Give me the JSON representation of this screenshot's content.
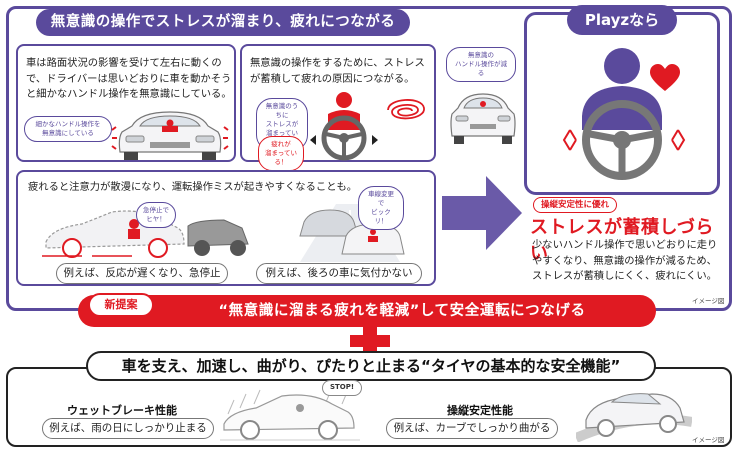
{
  "top_section": {
    "title": "無意識の操作でストレスが溜まり、疲れにつながる",
    "panel1": {
      "text_lines": [
        "車は路面状況の影響を受けて左右に動くの",
        "で、ドライバーは思いどおりに車を動かそう",
        "と細かなハンドル操作を無意識にしている。"
      ],
      "bubble": [
        "細かなハンドル操作を",
        "無意識にしている"
      ]
    },
    "panel2": {
      "text_lines": [
        "無意識の操作をするために、ストレス",
        "が蓄積して疲れの原因につながる。"
      ],
      "bubble1": [
        "無意識のうちに",
        "ストレスが",
        "溜まっている！"
      ],
      "bubble2": [
        "疲れが",
        "溜まっている！"
      ]
    },
    "panel3": {
      "text": "疲れると注意力が散漫になり、運転操作ミスが起きやすくなることも。",
      "bubble_left": [
        "急停止で",
        "ヒヤ！"
      ],
      "bubble_right": [
        "車線変更で",
        "ビックリ！"
      ],
      "caption_left": "例えば、反応が遅くなり、急停止",
      "caption_right": "例えば、後ろの車に気付かない"
    },
    "playz": {
      "title": "Playzなら",
      "car_bubble": [
        "無意識の",
        "ハンドル操作が減る"
      ],
      "badge": "操縦安定性に優れ",
      "headline": "ストレスが蓄積しづらい",
      "desc_lines": [
        "少ないハンドル操作で思いどおりに走り",
        "やすくなり、無意識の操作が減るため、",
        "ストレスが蓄積しにくく、疲れにくい。"
      ]
    },
    "note": "イメージ図"
  },
  "proposal": {
    "tag": "新提案",
    "text": "“無意識に溜まる疲れを軽減”して安全運転につなげる"
  },
  "bottom_section": {
    "title": "車を支え、加速し、曲がり、ぴたりと止まる“タイヤの基本的な安全機能”",
    "feature1": {
      "head": "ウェットブレーキ性能",
      "caption": "例えば、雨の日にしっかり止まる"
    },
    "feature2": {
      "head": "操縦安定性能",
      "caption": "例えば、カーブでしっかり曲がる"
    },
    "stop_sign": "STOP!",
    "note": "イメージ図"
  },
  "colors": {
    "purple": "#5a4a9c",
    "red": "#e01a22",
    "pink": "#e89aa8"
  }
}
